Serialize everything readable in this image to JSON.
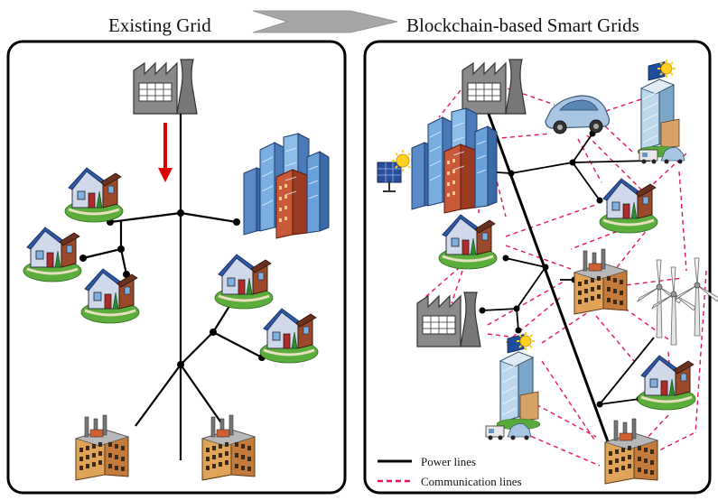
{
  "header": {
    "left_title": "Existing Grid",
    "right_title": "Blockchain-based Smart Grids"
  },
  "legend": {
    "power": "Power lines",
    "comm": "Communication lines"
  },
  "colors": {
    "power_line": "#000000",
    "comm_line": "#e8145a",
    "flow_arrow": "#e00000",
    "transition_arrow": "#a6a6a6"
  },
  "icons": [
    "factory-icon",
    "city-icon",
    "house-icon",
    "apartment-factory-icon",
    "smart-building-icon",
    "solar-panel-icon",
    "electric-car-icon",
    "wind-turbine-icon"
  ]
}
